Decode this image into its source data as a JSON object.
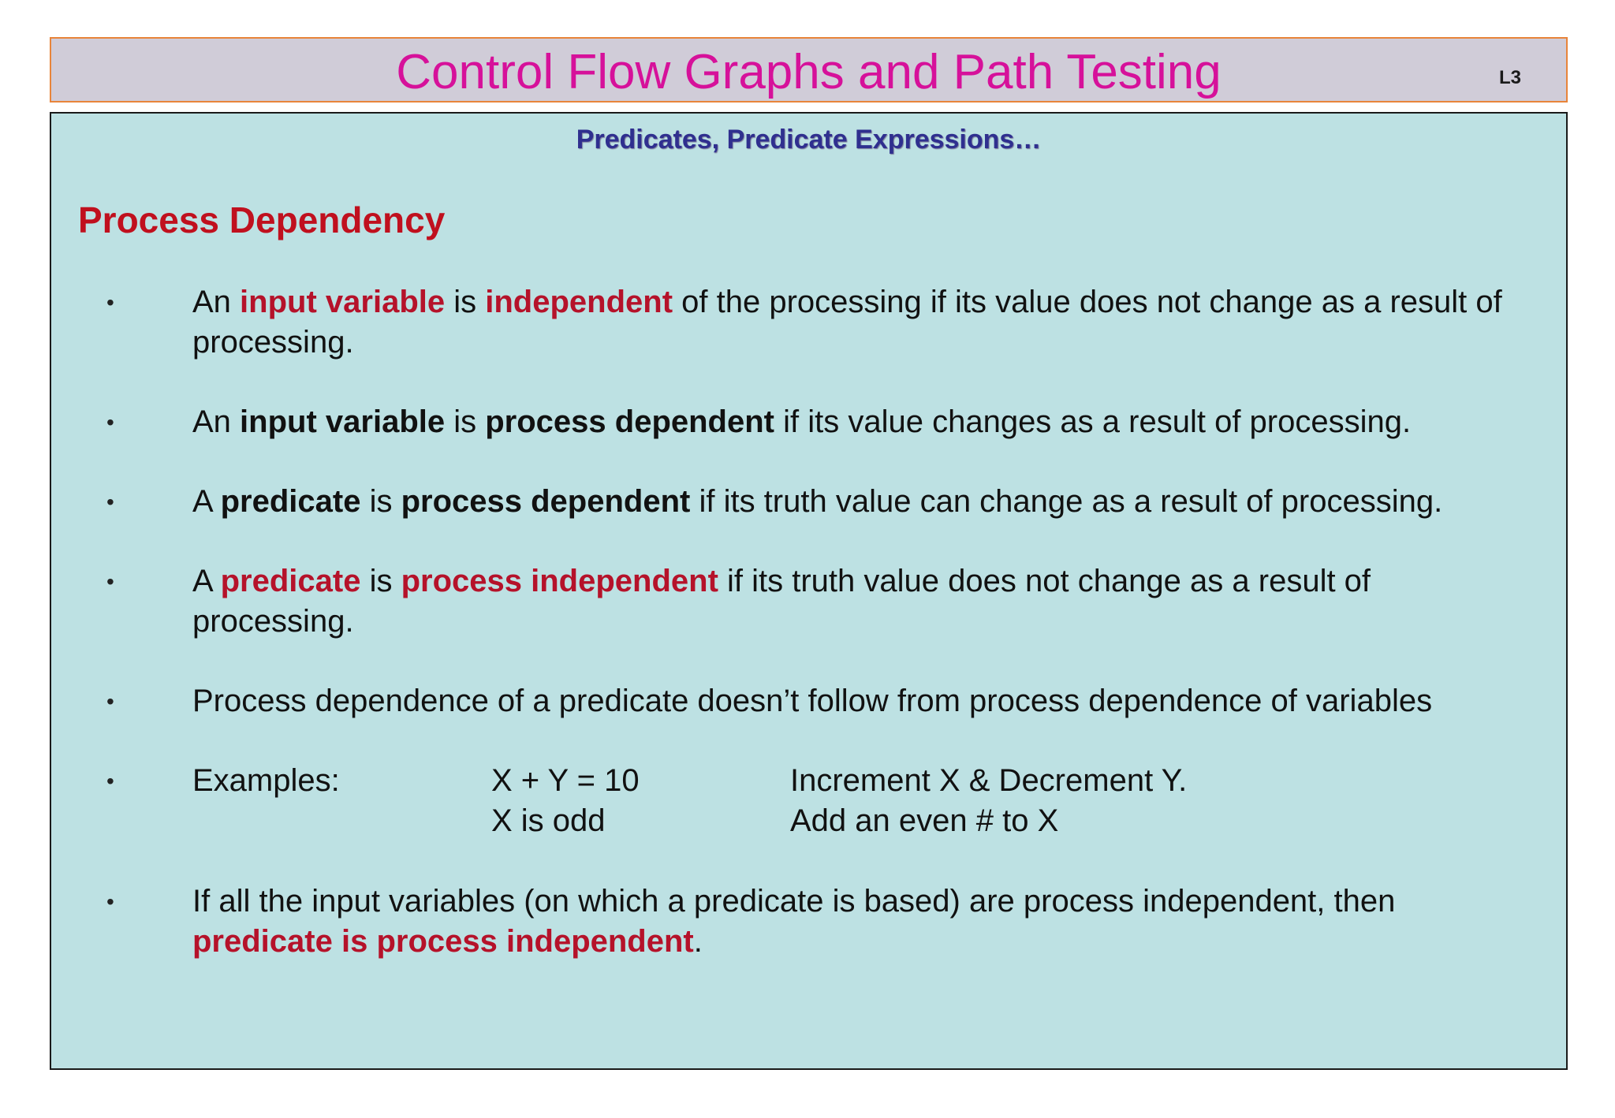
{
  "header": {
    "title": "Control Flow Graphs and Path Testing",
    "slide_number": "L3"
  },
  "content": {
    "subtitle": "Predicates, Predicate Expressions…",
    "heading": "Process Dependency",
    "bullet_glyph": "•",
    "bullet1": {
      "p1": "An ",
      "p2": "input variable",
      "p3": " is ",
      "p4": "independent",
      "p5": " of the processing if its value does not change as a result of processing."
    },
    "bullet2": {
      "p1": "An ",
      "p2": "input variable",
      "p3": " is ",
      "p4": "process dependent",
      "p5": " if its value changes as a result of processing."
    },
    "bullet3": {
      "p1": "A ",
      "p2": "predicate",
      "p3": " is ",
      "p4": "process dependent",
      "p5": " if its truth value can change as a result of processing."
    },
    "bullet4": {
      "p1": "A ",
      "p2": "predicate",
      "p3": " is ",
      "p4": "process independent",
      "p5": " if its truth value does not change as a result of processing."
    },
    "bullet5": {
      "text": "Process dependence of a predicate doesn’t follow from process dependence of variables"
    },
    "examples": {
      "label": "Examples:",
      "rows": [
        {
          "predicate": "X + Y = 10",
          "action": "Increment X & Decrement Y."
        },
        {
          "predicate": "X is odd",
          "action": "Add an even # to X"
        }
      ]
    },
    "bullet7": {
      "p1": "If all the input variables (on which a predicate is based) are process independent, then ",
      "p2": "predicate is process independent",
      "p3": "."
    }
  }
}
